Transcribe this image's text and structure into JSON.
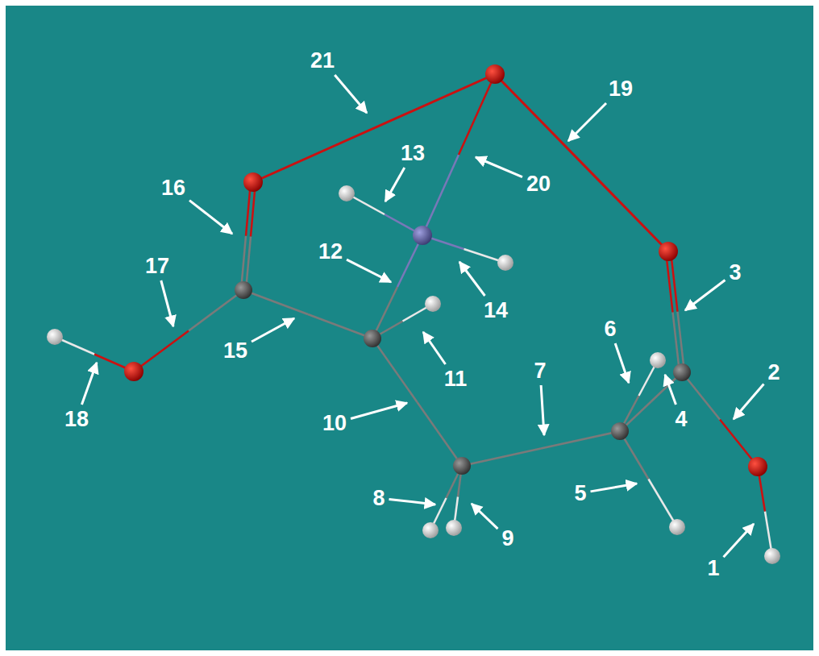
{
  "diagram": {
    "labels": [
      "21",
      "19",
      "13",
      "20",
      "16",
      "12",
      "3",
      "17",
      "6",
      "2",
      "7",
      "14",
      "15",
      "11",
      "4",
      "10",
      "5",
      "8",
      "9",
      "18",
      "1"
    ]
  }
}
